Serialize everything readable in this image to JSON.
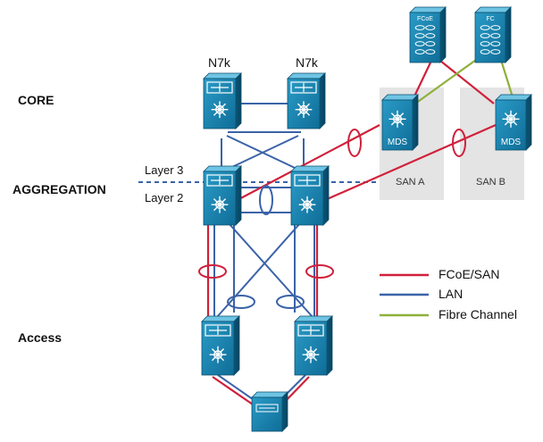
{
  "tiers": {
    "core": "CORE",
    "aggregation": "AGGREGATION",
    "access": "Access"
  },
  "core_switches": {
    "left": "N7k",
    "right": "N7k"
  },
  "layers": {
    "layer3": "Layer 3",
    "layer2": "Layer 2"
  },
  "storage": {
    "fcoe": "FCoE",
    "fc": "FC"
  },
  "mds_label": "MDS",
  "san": {
    "a": "SAN A",
    "b": "SAN B"
  },
  "legend": [
    {
      "label": "FCoE/SAN",
      "color": "#d0213b"
    },
    {
      "label": "LAN",
      "color": "#3a63a8"
    },
    {
      "label": "Fibre Channel",
      "color": "#8fb03a"
    }
  ],
  "colors": {
    "device": "#1b7fa8",
    "device_dark": "#0d5f83",
    "san_box": "#e4e4e4"
  },
  "icons": {
    "switch": "nexus-switch-icon",
    "mds": "mds-switch-icon",
    "storage": "storage-array-icon",
    "server": "server-icon"
  }
}
